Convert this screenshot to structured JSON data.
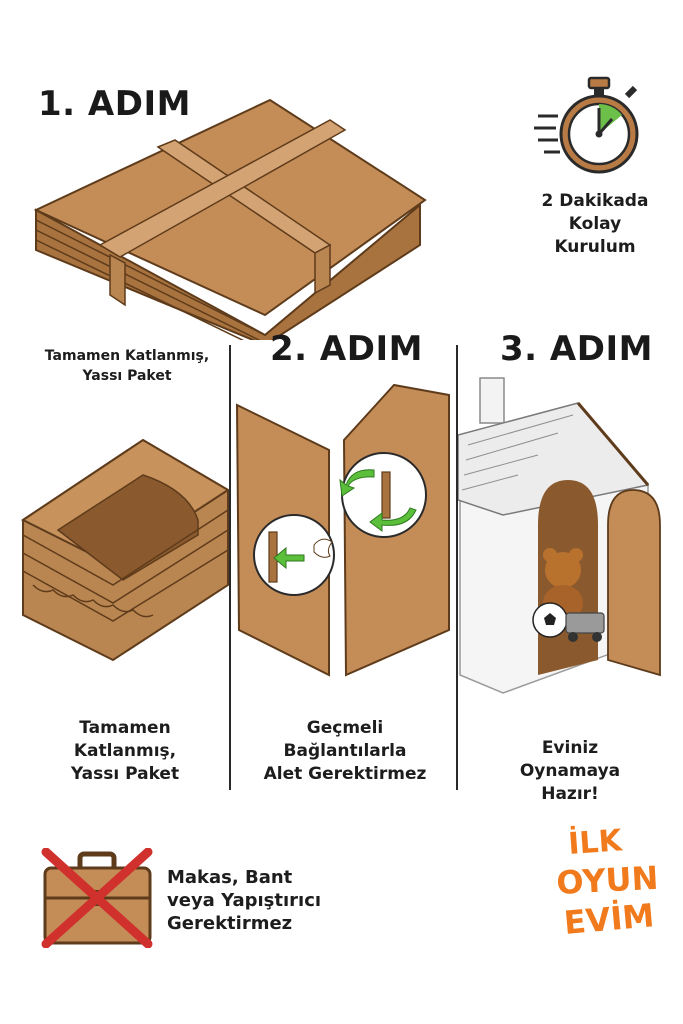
{
  "steps": {
    "step1": {
      "title": "1. ADIM",
      "caption_top": [
        "Tamamen Katlanmış,",
        "Yassı Paket"
      ],
      "caption_bottom": [
        "Tamamen",
        "Katlanmış,",
        "Yassı Paket"
      ]
    },
    "step2": {
      "title": "2. ADIM",
      "caption": [
        "Geçmeli",
        "Bağlantılarla",
        "Alet Gerektirmez"
      ]
    },
    "step3": {
      "title": "3. ADIM",
      "caption": [
        "Eviniz",
        "Oynamaya",
        "Hazır!"
      ]
    }
  },
  "timer": {
    "icon": "stopwatch-icon",
    "text": [
      "2 Dakikada",
      "Kolay",
      "Kurulum"
    ]
  },
  "no_tools": {
    "icon": "crossed-toolbox-icon",
    "text": [
      "Makas, Bant",
      "veya Yapıştırıcı",
      "Gerektirmez"
    ]
  },
  "brand": {
    "logo": "ilk-oyun-evim-logo",
    "words": [
      "İLK",
      "OYUN",
      "EVİM"
    ],
    "color": "#f07a1c"
  },
  "colors": {
    "cardboard": "#c08a55",
    "cardboard_dark": "#8a5a2e",
    "arrow_green": "#5bbf3c",
    "cross_red": "#d0312d"
  }
}
